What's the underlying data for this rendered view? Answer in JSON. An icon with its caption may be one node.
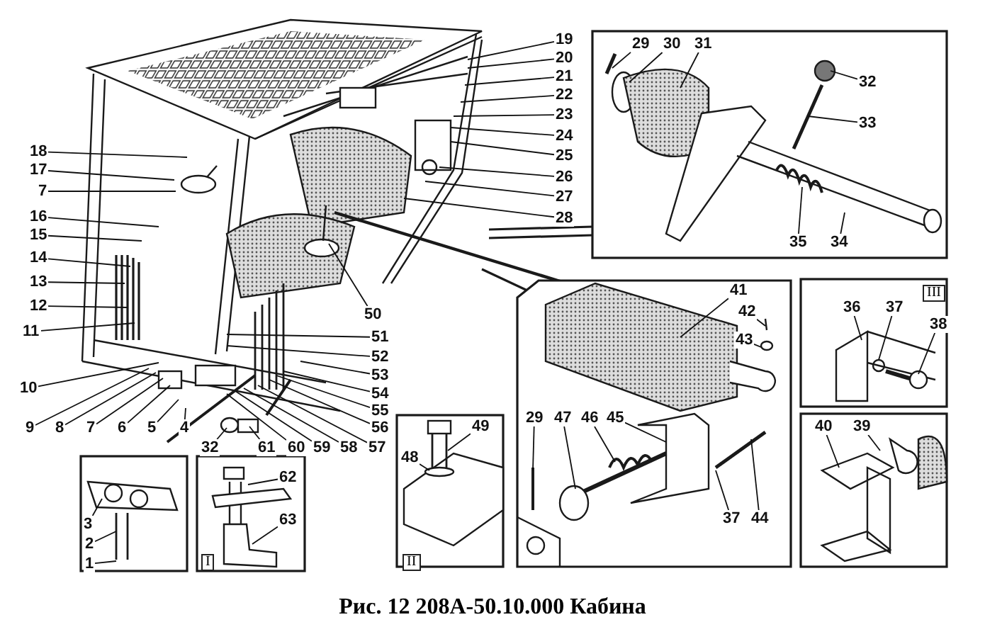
{
  "diagram": {
    "title": "**Рис. 12** 208А-50.10.000 Кабина",
    "nodes": [
      {
        "text": [
          "18"
        ]
      },
      {
        "text": [
          "17"
        ]
      },
      {
        "text": [
          "7"
        ]
      },
      {
        "text": [
          "16"
        ]
      },
      {
        "text": [
          "15"
        ]
      },
      {
        "text": [
          "14"
        ]
      },
      {
        "text": [
          "13"
        ]
      },
      {
        "text": [
          "12"
        ]
      },
      {
        "text": [
          "11"
        ]
      },
      {
        "text": [
          "10"
        ]
      },
      {
        "text": [
          "9"
        ]
      },
      {
        "text": [
          "8"
        ]
      },
      {
        "text": [
          "7"
        ]
      },
      {
        "text": [
          "6"
        ]
      },
      {
        "text": [
          "5"
        ]
      },
      {
        "text": [
          "4"
        ]
      },
      {
        "text": [
          "19"
        ]
      },
      {
        "text": [
          "20"
        ]
      },
      {
        "text": [
          "21"
        ]
      },
      {
        "text": [
          "22"
        ]
      },
      {
        "text": [
          "23"
        ]
      },
      {
        "text": [
          "24"
        ]
      },
      {
        "text": [
          "25"
        ]
      },
      {
        "text": [
          "26"
        ]
      },
      {
        "text": [
          "27"
        ]
      },
      {
        "text": [
          "28"
        ]
      },
      {
        "text": [
          "29"
        ]
      },
      {
        "text": [
          "30"
        ]
      },
      {
        "text": [
          "31"
        ]
      },
      {
        "text": [
          "32"
        ]
      },
      {
        "text": [
          "33"
        ]
      },
      {
        "text": [
          "35"
        ]
      },
      {
        "text": [
          "34"
        ]
      },
      {
        "text": [
          "50"
        ]
      },
      {
        "text": [
          "51"
        ]
      },
      {
        "text": [
          "52"
        ]
      },
      {
        "text": [
          "53"
        ]
      },
      {
        "text": [
          "54"
        ]
      },
      {
        "text": [
          "55"
        ]
      },
      {
        "text": [
          "56"
        ]
      },
      {
        "text": [
          "57"
        ]
      },
      {
        "text": [
          "58"
        ]
      },
      {
        "text": [
          "59"
        ]
      },
      {
        "text": [
          "60"
        ]
      },
      {
        "text": [
          "61"
        ]
      },
      {
        "text": [
          "32"
        ]
      },
      {
        "text": [
          "41"
        ]
      },
      {
        "text": [
          "42"
        ]
      },
      {
        "text": [
          "43"
        ]
      },
      {
        "text": [
          "36"
        ]
      },
      {
        "text": [
          "37"
        ]
      },
      {
        "text": [
          "38"
        ]
      },
      {
        "text": [
          "40"
        ]
      },
      {
        "text": [
          "39"
        ]
      },
      {
        "text": [
          "29"
        ]
      },
      {
        "text": [
          "47"
        ]
      },
      {
        "text": [
          "46"
        ]
      },
      {
        "text": [
          "45"
        ]
      },
      {
        "text": [
          "37"
        ]
      },
      {
        "text": [
          "44"
        ]
      },
      {
        "text": [
          "48"
        ]
      },
      {
        "text": [
          "49"
        ]
      },
      {
        "text": [
          "3"
        ]
      },
      {
        "text": [
          "2"
        ]
      },
      {
        "text": [
          "1"
        ]
      },
      {
        "text": [
          "62"
        ]
      },
      {
        "text": [
          "63"
        ]
      }
    ],
    "edges": [
      {
        "from": 0,
        "to": null,
        "arrow": "none"
      },
      {
        "from": 1,
        "to": null,
        "arrow": "none"
      },
      {
        "from": 2,
        "to": null,
        "arrow": "none"
      },
      {
        "from": 3,
        "to": null,
        "arrow": "none"
      },
      {
        "from": 4,
        "to": null,
        "arrow": "none"
      },
      {
        "from": 5,
        "to": null,
        "arrow": "none"
      },
      {
        "from": 6,
        "to": null,
        "arrow": "none"
      },
      {
        "from": 7,
        "to": null,
        "arrow": "none"
      },
      {
        "from": 8,
        "to": null,
        "arrow": "none"
      },
      {
        "from": 9,
        "to": null,
        "arrow": "none"
      },
      {
        "from": 10,
        "to": null,
        "arrow": "none"
      },
      {
        "from": 11,
        "to": null,
        "arrow": "none"
      },
      {
        "from": 12,
        "to": null,
        "arrow": "none"
      },
      {
        "from": 13,
        "to": null,
        "arrow": "none"
      },
      {
        "from": 14,
        "to": null,
        "arrow": "none"
      },
      {
        "from": 15,
        "to": null,
        "arrow": "none"
      },
      {
        "from": 16,
        "to": null,
        "arrow": "none"
      },
      {
        "from": 17,
        "to": null,
        "arrow": "none"
      },
      {
        "from": 18,
        "to": null,
        "arrow": "none"
      },
      {
        "from": 19,
        "to": null,
        "arrow": "none"
      },
      {
        "from": 20,
        "to": null,
        "arrow": "none"
      },
      {
        "from": 21,
        "to": null,
        "arrow": "none"
      },
      {
        "from": 22,
        "to": null,
        "arrow": "none"
      },
      {
        "from": 23,
        "to": null,
        "arrow": "none"
      },
      {
        "from": 24,
        "to": null,
        "arrow": "none"
      },
      {
        "from": 25,
        "to": null,
        "arrow": "none"
      },
      {
        "from": 26,
        "to": null,
        "arrow": "none"
      },
      {
        "from": 27,
        "to": null,
        "arrow": "none"
      },
      {
        "from": 28,
        "to": null,
        "arrow": "none"
      },
      {
        "from": 29,
        "to": null,
        "arrow": "none"
      },
      {
        "from": 30,
        "to": null,
        "arrow": "none"
      },
      {
        "from": 31,
        "to": null,
        "arrow": "none"
      },
      {
        "from": 32,
        "to": null,
        "arrow": "none"
      },
      {
        "from": 33,
        "to": null,
        "arrow": "none"
      },
      {
        "from": 34,
        "to": null,
        "arrow": "none"
      },
      {
        "from": 35,
        "to": null,
        "arrow": "none"
      },
      {
        "from": 36,
        "to": null,
        "arrow": "none"
      },
      {
        "from": 37,
        "to": null,
        "arrow": "none"
      },
      {
        "from": 38,
        "to": null,
        "arrow": "none"
      },
      {
        "from": 39,
        "to": null,
        "arrow": "none"
      },
      {
        "from": 40,
        "to": null,
        "arrow": "none"
      },
      {
        "from": 41,
        "to": null,
        "arrow": "none"
      },
      {
        "from": 42,
        "to": null,
        "arrow": "none"
      },
      {
        "from": 43,
        "to": null,
        "arrow": "none"
      },
      {
        "from": 44,
        "to": null,
        "arrow": "none"
      },
      {
        "from": 45,
        "to": null,
        "arrow": "none"
      },
      {
        "from": 46,
        "to": null,
        "arrow": "none"
      },
      {
        "from": 47,
        "to": null,
        "arrow": "none"
      },
      {
        "from": 48,
        "to": null,
        "arrow": "none"
      },
      {
        "from": 49,
        "to": null,
        "arrow": "none"
      },
      {
        "from": 50,
        "to": null,
        "arrow": "none"
      },
      {
        "from": 51,
        "to": null,
        "arrow": "none"
      },
      {
        "from": 52,
        "to": null,
        "arrow": "none"
      },
      {
        "from": 53,
        "to": null,
        "arrow": "none"
      },
      {
        "from": 54,
        "to": null,
        "arrow": "none"
      },
      {
        "from": 55,
        "to": null,
        "arrow": "none"
      },
      {
        "from": 56,
        "to": null,
        "arrow": "none"
      },
      {
        "from": 57,
        "to": null,
        "arrow": "none"
      },
      {
        "from": 58,
        "to": null,
        "arrow": "none"
      },
      {
        "from": 59,
        "to": null,
        "arrow": "none"
      },
      {
        "from": 60,
        "to": null,
        "arrow": "none"
      },
      {
        "from": 61,
        "to": null,
        "arrow": "none"
      },
      {
        "from": 62,
        "to": null,
        "arrow": "none"
      },
      {
        "from": 63,
        "to": null,
        "arrow": "none"
      },
      {
        "from": 64,
        "to": null,
        "arrow": "none"
      },
      {
        "from": 65,
        "to": null,
        "arrow": "none"
      },
      {
        "from": 66,
        "to": null,
        "arrow": "none"
      }
    ],
    "labels": [
      "III",
      "I",
      "II"
    ]
  }
}
